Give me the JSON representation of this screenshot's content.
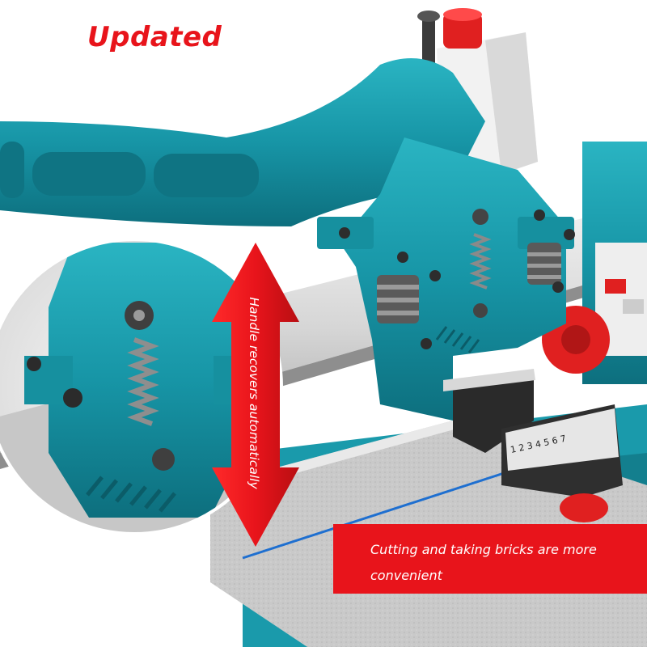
{
  "headline": "Updated",
  "arrow_label": "Handle recovers automatically",
  "banner": {
    "text": "Cutting and taking bricks are more convenient"
  },
  "scale_numbers": "1 2 3 4 5 6 7",
  "colors": {
    "headline": "#e8141b",
    "arrow": "#e8141b",
    "banner_bg": "#e8141b",
    "banner_text": "#ffffff",
    "machine_teal": "#1896a6",
    "rail_silver": "#dcdcdc",
    "knob_red": "#e02020"
  }
}
